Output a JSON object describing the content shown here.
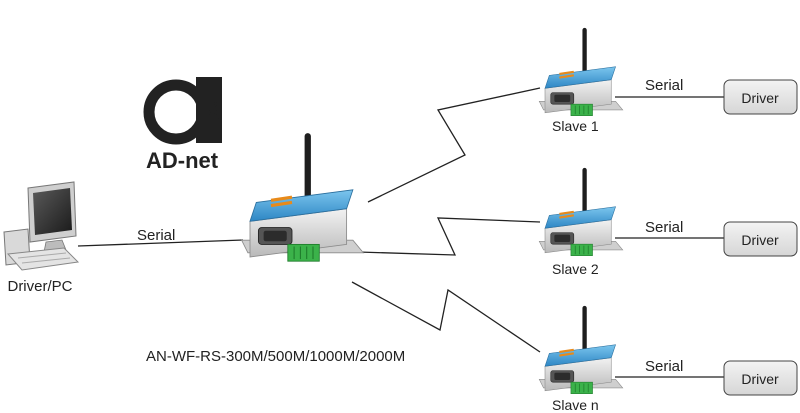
{
  "logo": {
    "mark_letters": "net",
    "name": "AD-net"
  },
  "pc": {
    "label": "Driver/PC"
  },
  "master": {
    "model_label": "AN-WF-RS-300M/500M/1000M/2000M",
    "link_label": "Serial"
  },
  "slaves": [
    {
      "label": "Slave 1",
      "link_label": "Serial",
      "driver_label": "Driver"
    },
    {
      "label": "Slave 2",
      "link_label": "Serial",
      "driver_label": "Driver"
    },
    {
      "label": "Slave n",
      "link_label": "Serial",
      "driver_label": "Driver"
    }
  ],
  "colors": {
    "device_blue": "#3e9bd4",
    "terminal_green": "#3bb24a",
    "logo_orange": "#e88a1a",
    "driver_box": "#e6e6e6"
  }
}
